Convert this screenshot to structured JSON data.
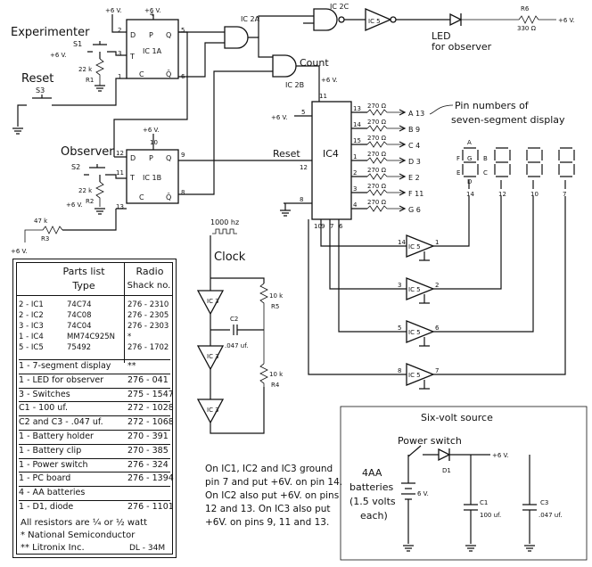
{
  "labels": {
    "experimenter": "Experimenter",
    "reset": "Reset",
    "observer": "Observer",
    "count": "Count",
    "reset_ic4": "Reset",
    "clock": "Clock",
    "freq": "1000 hz",
    "led_observer_1": "LED",
    "led_observer_2": "for observer",
    "pin_numbers_1": "Pin numbers of",
    "pin_numbers_2": "seven-segment display",
    "six_volt_source": "Six-volt source",
    "power_switch": "Power switch",
    "batteries_1": "4AA",
    "batteries_2": "batteries",
    "batteries_3": "(1.5 volts",
    "batteries_4": "each)",
    "plus6v": "+6 V.",
    "six_v": "6 V."
  },
  "components": {
    "ic1a": "IC 1A",
    "ic1b": "IC 1B",
    "ic2a": "IC 2A",
    "ic2b": "IC 2B",
    "ic2c": "IC 2C",
    "ic4": "IC4",
    "ic5": "IC 5",
    "ic3": "IC 3",
    "s1": "S1",
    "s2": "S2",
    "s3": "S3",
    "r1": "R1",
    "r1_val": "22 k",
    "r2": "R2",
    "r2_val": "22 k",
    "r3": "R3",
    "r3_val": "47 k",
    "r4": "R4",
    "r4_val": "10 k",
    "r5": "R5",
    "r5_val": "10 k",
    "r6": "R6",
    "r6_val": "330 Ω",
    "c1": "C1",
    "c1_val": "100 uf.",
    "c2": "C2",
    "c2_val": ".047 uf.",
    "c3": "C3",
    "c3_val": ".047 uf.",
    "d1": "D1",
    "res270": "270 Ω"
  },
  "segments": {
    "outputs": [
      "A 13",
      "B 9",
      "C 4",
      "D 3",
      "E 2",
      "F 11",
      "G 6"
    ],
    "ic4_pins": [
      "13",
      "14",
      "15",
      "1",
      "2",
      "3",
      "4"
    ],
    "display_pins": [
      "14",
      "12",
      "10",
      "7"
    ],
    "seg_letters": [
      "A",
      "F",
      "G",
      "B",
      "E",
      "C",
      "D"
    ]
  },
  "parts_list": {
    "title": "Parts list",
    "type_header": "Type",
    "radio_header_1": "Radio",
    "radio_header_2": "Shack no.",
    "ic_rows": [
      {
        "name": "2 - IC1",
        "type": "74C74",
        "no": "276 - 2310"
      },
      {
        "name": "2 - IC2",
        "type": "74C08",
        "no": "276 - 2305"
      },
      {
        "name": "3 - IC3",
        "type": "74C04",
        "no": "276 - 2303"
      },
      {
        "name": "1 - IC4",
        "type": "MM74C925N",
        "no": "*"
      },
      {
        "name": "5 - IC5",
        "type": "75492",
        "no": "276 - 1702"
      }
    ],
    "other_rows": [
      {
        "name": "1 - 7-segment display",
        "no": "**"
      },
      {
        "name": "1 - LED for observer",
        "no": "276 - 041"
      },
      {
        "name": "3 - Switches",
        "no": "275 - 1547"
      },
      {
        "name": "C1 - 100 uf.",
        "no": "272 - 1028"
      },
      {
        "name": "C2 and C3 - .047 uf.",
        "no": "272 - 1068"
      },
      {
        "name": "1 - Battery holder",
        "no": "270 - 391"
      },
      {
        "name": "1 - Battery clip",
        "no": "270 - 385"
      },
      {
        "name": "1 - Power switch",
        "no": "276 - 324"
      },
      {
        "name": "1 - PC board",
        "no": "276 - 1394"
      },
      {
        "name": "4 - AA batteries",
        "no": ""
      },
      {
        "name": "1 - D1, diode",
        "no": "276 - 1101"
      }
    ],
    "footer_1": "All resistors are ¼ or ½ watt",
    "footer_2": "* National Semiconductor",
    "footer_3": "** Litronix Inc.",
    "footer_code": "DL - 34M"
  },
  "notes": [
    "On IC1, IC2 and IC3 ground",
    "pin 7 and put +6V. on pin 14.",
    "On IC2 also put +6V. on pins",
    "12 and 13.  On IC3 also put",
    "+6V. on pins 9, 11 and 13."
  ]
}
